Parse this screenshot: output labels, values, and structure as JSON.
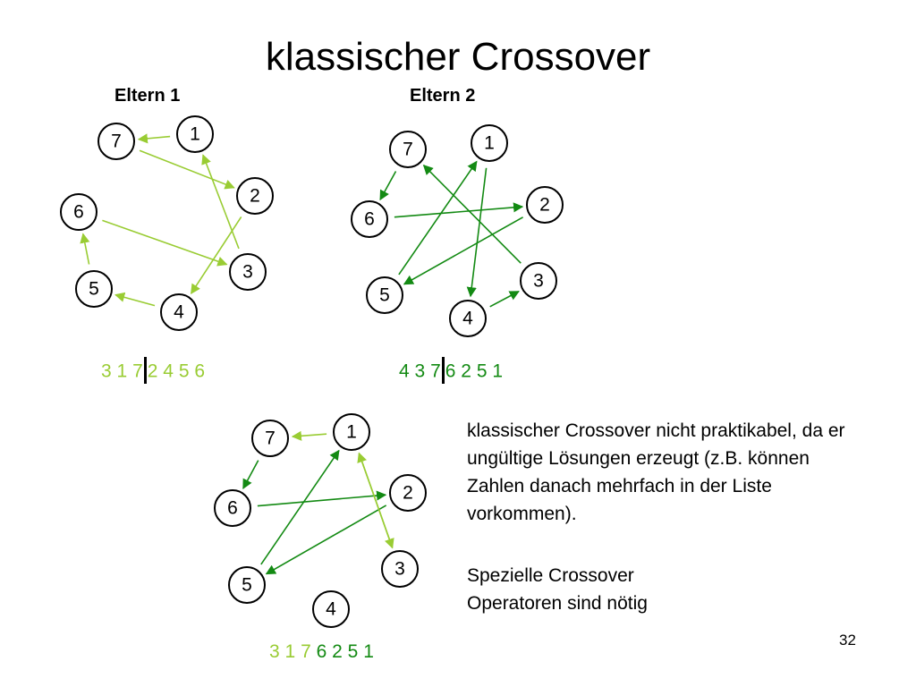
{
  "title": "klassischer Crossover",
  "parents": [
    "Eltern 1",
    "Eltern 2"
  ],
  "colors": {
    "light": "#99cc33",
    "dark": "#138a13",
    "separator": "#000000"
  },
  "sequences": [
    {
      "tokens": [
        "3",
        "1",
        "7",
        "2",
        "4",
        "5",
        "6"
      ],
      "split": 3,
      "first_color": "light",
      "second_color": "light",
      "separator": true
    },
    {
      "tokens": [
        "4",
        "3",
        "7",
        "6",
        "2",
        "5",
        "1"
      ],
      "split": 3,
      "first_color": "dark",
      "second_color": "dark",
      "separator": true
    },
    {
      "tokens": [
        "3",
        "1",
        "7",
        "6",
        "2",
        "5",
        "1"
      ],
      "split": 3,
      "first_color": "light",
      "second_color": "dark",
      "separator": false
    }
  ],
  "graphs": [
    {
      "nodes": [
        "1",
        "2",
        "3",
        "4",
        "5",
        "6",
        "7"
      ],
      "edges": [
        {
          "from": "3",
          "to": "1",
          "color": "light"
        },
        {
          "from": "1",
          "to": "7",
          "color": "light"
        },
        {
          "from": "7",
          "to": "2",
          "color": "light"
        },
        {
          "from": "2",
          "to": "4",
          "color": "light"
        },
        {
          "from": "4",
          "to": "5",
          "color": "light"
        },
        {
          "from": "5",
          "to": "6",
          "color": "light"
        },
        {
          "from": "6",
          "to": "3",
          "color": "light"
        }
      ]
    },
    {
      "nodes": [
        "1",
        "2",
        "3",
        "4",
        "5",
        "6",
        "7"
      ],
      "edges": [
        {
          "from": "4",
          "to": "3",
          "color": "dark"
        },
        {
          "from": "3",
          "to": "7",
          "color": "dark"
        },
        {
          "from": "7",
          "to": "6",
          "color": "dark"
        },
        {
          "from": "6",
          "to": "2",
          "color": "dark"
        },
        {
          "from": "2",
          "to": "5",
          "color": "dark"
        },
        {
          "from": "5",
          "to": "1",
          "color": "dark"
        },
        {
          "from": "1",
          "to": "4",
          "color": "dark"
        }
      ]
    },
    {
      "nodes": [
        "1",
        "2",
        "3",
        "4",
        "5",
        "6",
        "7"
      ],
      "edges": [
        {
          "from": "3",
          "to": "1",
          "color": "light"
        },
        {
          "from": "1",
          "to": "7",
          "color": "light"
        },
        {
          "from": "7",
          "to": "6",
          "color": "dark"
        },
        {
          "from": "6",
          "to": "2",
          "color": "dark"
        },
        {
          "from": "2",
          "to": "5",
          "color": "dark"
        },
        {
          "from": "5",
          "to": "1",
          "color": "dark"
        },
        {
          "from": "1",
          "to": "3",
          "color": "light"
        }
      ]
    }
  ],
  "note1": "klassischer Crossover nicht praktikabel, da er ungültige Lösungen erzeugt (z.B. können Zahlen danach mehrfach in der Liste vorkommen).",
  "note2_line1": "Spezielle Crossover",
  "note2_line2": "Operatoren sind nötig",
  "page_number": "32"
}
